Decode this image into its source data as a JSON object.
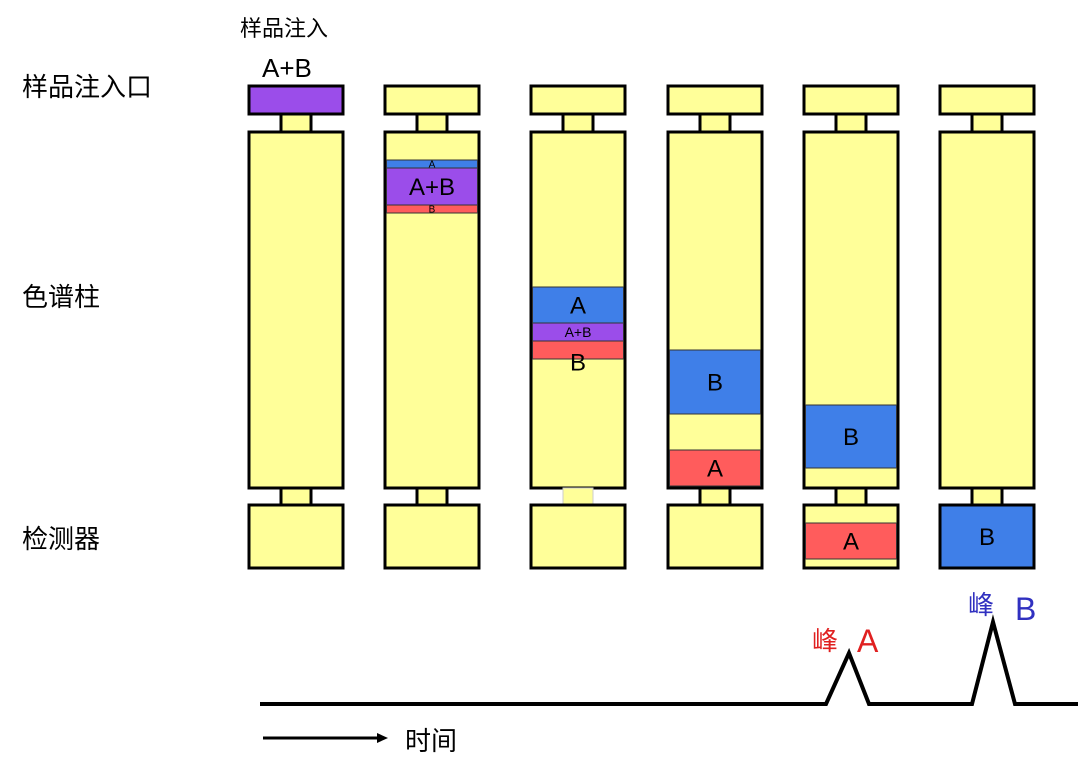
{
  "labels": {
    "sample_injection": "样品注入",
    "sample_injection_mix": "A+B",
    "injection_port": "样品注入口",
    "column": "色谱柱",
    "detector": "检测器",
    "time": "时间",
    "peak_a": "峰",
    "peak_a_letter": "A",
    "peak_b": "峰",
    "peak_b_letter": "B"
  },
  "bands": {
    "col2_a": "A",
    "col2_ab": "A+B",
    "col2_b": "B",
    "col3_a": "A",
    "col3_ab": "A+B",
    "col3_b": "B",
    "col4_b": "B",
    "col4_a": "A",
    "col5_b": "B",
    "col5_det_a": "A",
    "col6_det_b": "B"
  },
  "colors": {
    "packing": "#ffff99",
    "mixture": "#9b4dea",
    "component_a_blue": "#3f7fe8",
    "component_red": "#ff5c5c",
    "peak_a": "#e02020",
    "peak_b": "#3030c0"
  }
}
